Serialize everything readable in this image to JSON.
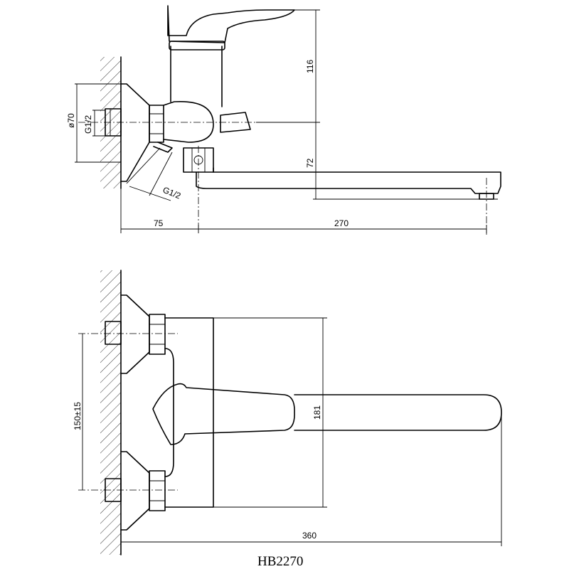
{
  "drawing": {
    "model_label": "HB2270",
    "side_view": {
      "dims": {
        "body_height": "116",
        "spout_drop": "72",
        "flange_diameter": "ø70",
        "thread_inlet": "G1/2",
        "thread_angled": "G1/2",
        "offset_from_wall": "75",
        "spout_reach": "270"
      }
    },
    "top_view": {
      "dims": {
        "inlet_spacing": "150±15",
        "body_width": "181",
        "total_length": "360"
      }
    }
  }
}
